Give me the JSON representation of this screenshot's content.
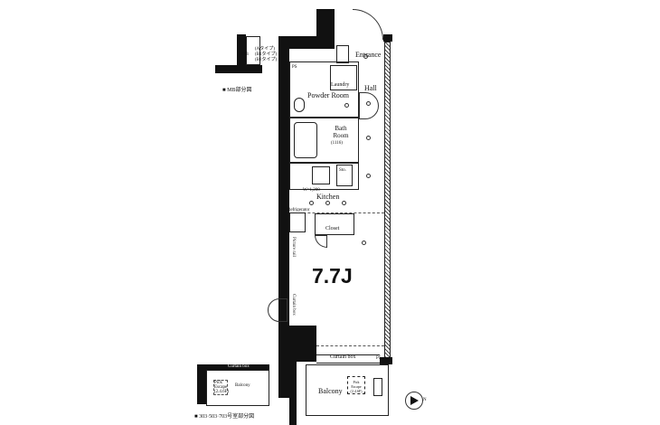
{
  "mb_inset": {
    "label_mb": "MB",
    "types": [
      "(Aタイプ)",
      "(B1タイプ)",
      "(B2タイプ)"
    ],
    "caption": "■ MB部分図"
  },
  "rooms": {
    "entrance": "Entrance",
    "hall": "Hall",
    "powder_room": "Powder Room",
    "laundry": "Laundry",
    "bath_room": "Bath Room",
    "bath_size": "(1116)",
    "storage": "Sto.",
    "kitchen": "Kitchen",
    "kitchen_width": "W=1,200",
    "closet": "Closet",
    "main_room": "7.7J",
    "curtain_box": "Curtain box",
    "curtain_box_vertical": "Curtain box",
    "picture_rail": "Picture rail",
    "balcony": "Balcony",
    "escape_hatch": "Pick Escape (2.4.6F)",
    "ps": "PS",
    "refrigerator": "Refrigerator"
  },
  "unit_inset": {
    "curtain_box": "Curtain box",
    "balcony": "Balcony",
    "escape_hatch": "Pick Escape (2.4.6F)",
    "caption": "■ 303·503·703号室部分図"
  },
  "compass": {
    "label": "N"
  }
}
